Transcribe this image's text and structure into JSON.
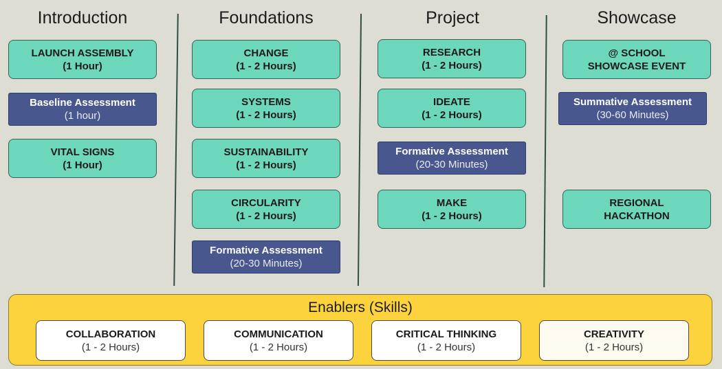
{
  "columns": [
    {
      "title": "Introduction"
    },
    {
      "title": "Foundations"
    },
    {
      "title": "Project"
    },
    {
      "title": "Showcase"
    }
  ],
  "introduction": {
    "launch": {
      "l1": "LAUNCH ASSEMBLY",
      "l2": "(1 Hour)"
    },
    "baseline": {
      "l1": "Baseline Assessment",
      "l2": "(1 hour)"
    },
    "vital": {
      "l1": "VITAL SIGNS",
      "l2": "(1 Hour)"
    }
  },
  "foundations": {
    "change": {
      "l1": "CHANGE",
      "l2": "(1 - 2 Hours)"
    },
    "systems": {
      "l1": "SYSTEMS",
      "l2": "(1 - 2 Hours)"
    },
    "sustainability": {
      "l1": "SUSTAINABILITY",
      "l2": "(1 - 2 Hours)"
    },
    "circularity": {
      "l1": "CIRCULARITY",
      "l2": "(1 - 2 Hours)"
    },
    "formative": {
      "l1": "Formative Assessment",
      "l2": "(20-30 Minutes)"
    }
  },
  "project": {
    "research": {
      "l1": "RESEARCH",
      "l2": "(1 - 2 Hours)"
    },
    "ideate": {
      "l1": "IDEATE",
      "l2": "(1 - 2 Hours)"
    },
    "formative": {
      "l1": "Formative Assessment",
      "l2": "(20-30 Minutes)"
    },
    "make": {
      "l1": "MAKE",
      "l2": "(1 - 2 Hours)"
    }
  },
  "showcase": {
    "school": {
      "l1": "@ SCHOOL",
      "l2": "SHOWCASE EVENT"
    },
    "summative": {
      "l1": "Summative Assessment",
      "l2": "(30-60 Minutes)"
    },
    "hackathon": {
      "l1": "REGIONAL",
      "l2": "HACKATHON"
    }
  },
  "enablers": {
    "title": "Enablers (Skills)",
    "skills": [
      {
        "name": "COLLABORATION",
        "duration": "(1 - 2 Hours)"
      },
      {
        "name": "COMMUNICATION",
        "duration": "(1 - 2 Hours)"
      },
      {
        "name": "CRITICAL THINKING",
        "duration": "(1 - 2 Hours)"
      },
      {
        "name": "CREATIVITY",
        "duration": "(1 - 2 Hours)"
      }
    ]
  },
  "colors": {
    "background": "#deddd3",
    "activity": "#6dd7bb",
    "assessment": "#48588f",
    "enablers": "#fdd33d",
    "skill": "#ffffff"
  }
}
